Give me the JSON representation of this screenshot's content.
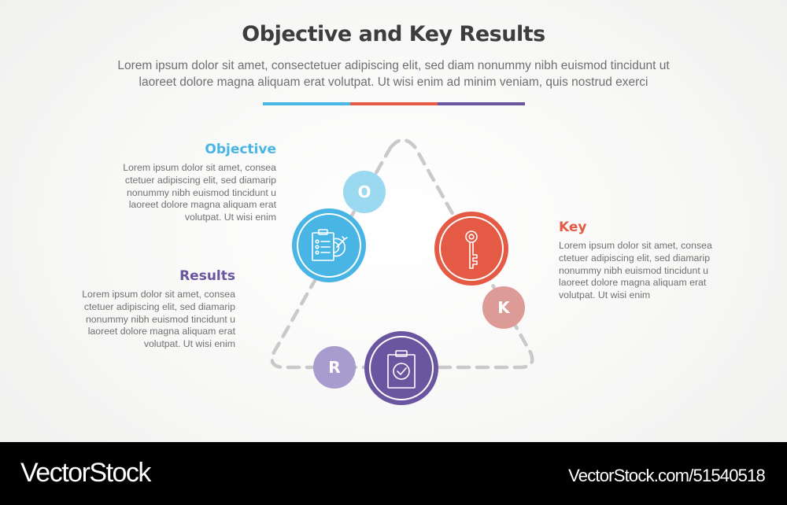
{
  "header": {
    "title": "Objective and Key Results",
    "subtitle_line1": "Lorem ipsum dolor sit amet, consectetuer adipiscing elit, sed diam nonummy nibh euismod tincidunt ut",
    "subtitle_line2": "laoreet dolore magna aliquam erat volutpat. Ut wisi enim ad minim veniam, quis nostrud exerci",
    "divider_colors": [
      "#4ab6e4",
      "#e55b46",
      "#6a55a0"
    ]
  },
  "colors": {
    "objective": "#49b5e5",
    "objective_light": "#9bd9f1",
    "key": "#e55a45",
    "key_light": "#dc9b97",
    "results": "#6a55a1",
    "results_light": "#a89ccf",
    "dashed_path": "#c9c9c9"
  },
  "sections": {
    "objective": {
      "letter": "O",
      "heading": "Objective",
      "icon": "clipboard-target-icon",
      "lines": [
        "Lorem ipsum dolor sit amet, consea",
        "ctetuer adipiscing elit, sed diamarip",
        "nonummy nibh euismod tincidunt u",
        "laoreet dolore magna aliquam erat",
        "volutpat. Ut wisi enim"
      ]
    },
    "key": {
      "letter": "K",
      "heading": "Key",
      "icon": "key-icon",
      "lines": [
        "Lorem ipsum dolor sit amet, consea",
        "ctetuer adipiscing elit, sed diamarip",
        "nonummy nibh euismod tincidunt u",
        "laoreet dolore magna aliquam erat",
        "volutpat. Ut wisi enim"
      ]
    },
    "results": {
      "letter": "R",
      "heading": "Results",
      "icon": "clipboard-check-icon",
      "lines": [
        "Lorem ipsum dolor sit amet, consea",
        "ctetuer adipiscing elit, sed diamarip",
        "nonummy nibh euismod tincidunt u",
        "laoreet dolore magna aliquam erat",
        "volutpat. Ut wisi enim"
      ]
    }
  },
  "footer": {
    "brand": "VectorStock",
    "reference": "VectorStock.com/51540518"
  }
}
